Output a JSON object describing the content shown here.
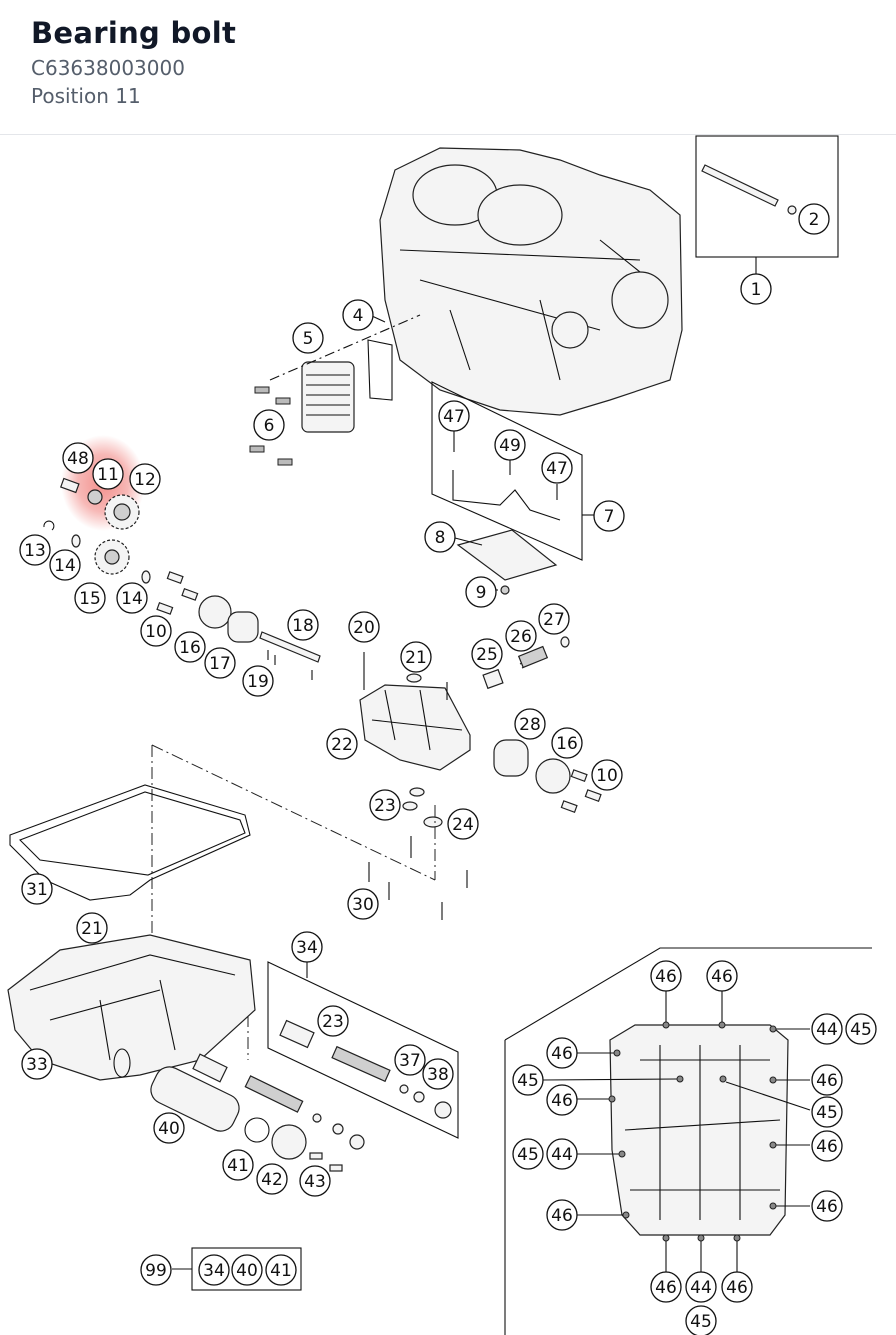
{
  "header": {
    "title": "Bearing bolt",
    "part_number": "C63638003000",
    "position": "Position 11"
  },
  "highlight": {
    "color": "#e8352f",
    "label": "11"
  },
  "callouts": [
    "1",
    "2",
    "4",
    "5",
    "6",
    "47",
    "49",
    "47",
    "7",
    "8",
    "9",
    "48",
    "11",
    "12",
    "13",
    "14",
    "15",
    "14",
    "10",
    "16",
    "17",
    "18",
    "19",
    "20",
    "21",
    "26",
    "27",
    "25",
    "22",
    "28",
    "16",
    "10",
    "23",
    "24",
    "30",
    "31",
    "21",
    "34",
    "23",
    "37",
    "38",
    "33",
    "40",
    "41",
    "42",
    "43",
    "99",
    "34",
    "40",
    "41",
    "46",
    "46",
    "44",
    "45",
    "46",
    "45",
    "46",
    "45",
    "46",
    "46",
    "45",
    "44",
    "46",
    "46",
    "46",
    "44",
    "46",
    "45"
  ]
}
